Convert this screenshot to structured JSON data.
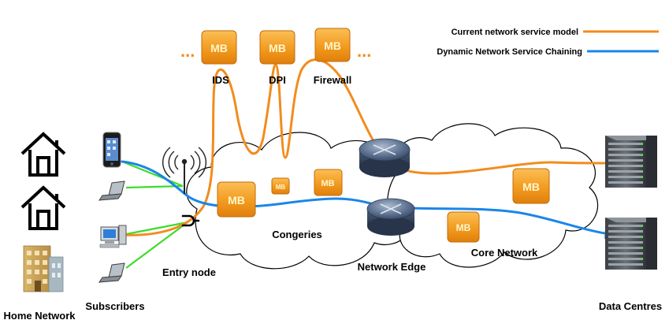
{
  "legend": {
    "current": {
      "label": "Current network service model",
      "color": "#f28c1e"
    },
    "dynamic": {
      "label": "Dynamic Network Service Chaining",
      "color": "#1a86e8"
    }
  },
  "middleboxes": {
    "label": "MB",
    "ids": "IDS",
    "dpi": "DPI",
    "firewall": "Firewall",
    "ellipsis_left": "...",
    "ellipsis_right": "..."
  },
  "labels": {
    "home_network": "Home Network",
    "subscribers": "Subscribers",
    "entry_node": "Entry node",
    "congeries": "Congeries",
    "network_edge": "Network Edge",
    "core_network": "Core Network",
    "data_centres": "Data Centres"
  },
  "colors": {
    "access_links": "#3ddc2a",
    "middlebox": "#f29b1f",
    "router": "#4f6481"
  }
}
